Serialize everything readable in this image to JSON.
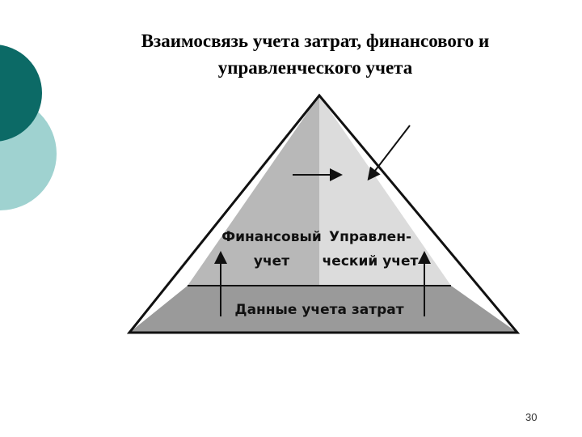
{
  "slide": {
    "title_line1": "Взаимосвязь учета затрат, финансового и",
    "title_line2": "управленческого учета",
    "page_number": "30"
  },
  "diagram": {
    "left_section": [
      "Финансовый",
      "учет"
    ],
    "right_section": [
      "Управлен-",
      "ческий учет"
    ],
    "base_section": "Данные учета затрат"
  },
  "colors": {
    "deco_dark": "#0c6a66",
    "deco_light": "#9fd2d0",
    "pyramid_left": "#b8b8b8",
    "pyramid_right": "#dcdcdc",
    "pyramid_base": "#9a9a9a"
  }
}
